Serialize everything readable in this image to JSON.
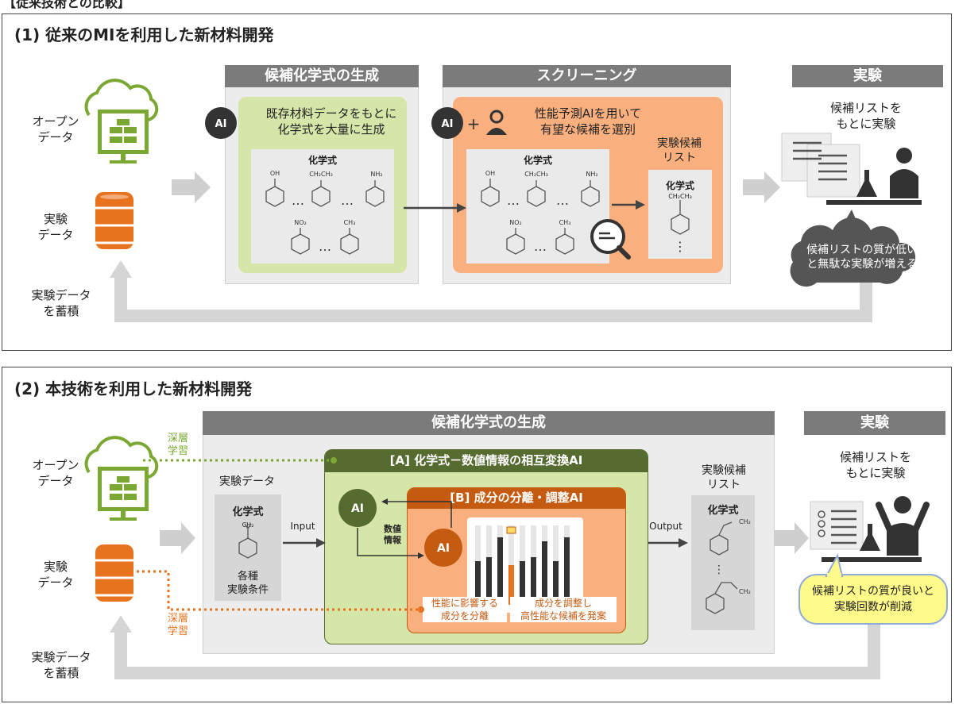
{
  "header_cut": "【従来技術との比較】",
  "panel1": {
    "title": "(1) 従来のMIを利用した新材料開発",
    "open_data": [
      "オープン",
      "データ"
    ],
    "exp_data": [
      "実験",
      "データ"
    ],
    "accumulate": [
      "実験データ",
      "を蓄積"
    ],
    "gen": {
      "header": "候補化学式の生成",
      "desc": [
        "既存材料データをもとに",
        "化学式を大量に生成"
      ],
      "formula_title": "化学式"
    },
    "screen": {
      "header": "スクリーニング",
      "desc": [
        "性能予測AIを用いて",
        "有望な候補を選別"
      ],
      "formula_title": "化学式",
      "candidate_list_label": [
        "実験候補",
        "リスト"
      ],
      "candidate_formula": "化学式",
      "candidate_sub": "CH₂CH₃"
    },
    "experiment": {
      "header": "実験",
      "desc": [
        "候補リストを",
        "もとに実験"
      ],
      "cloud": [
        "候補リストの質が低い",
        "と無駄な実験が増える"
      ]
    },
    "mol_labels": {
      "oh": "OH",
      "ethyl": "CH₂CH₃",
      "nh2": "NH₂",
      "no2": "NO₂",
      "ch3": "CH₃",
      "dots": "…",
      "vdots": "⋮"
    }
  },
  "panel2": {
    "title": "(2) 本技術を利用した新材料開発",
    "open_data": [
      "オープン",
      "データ"
    ],
    "exp_data": [
      "実験",
      "データ"
    ],
    "accumulate": [
      "実験データ",
      "を蓄積"
    ],
    "deep_learning": [
      "深層",
      "学習"
    ],
    "gen_header": "候補化学式の生成",
    "exp_data_label": "実験データ",
    "input_box": {
      "title": "化学式",
      "sub": "CH₂",
      "cond": [
        "各種",
        "実験条件"
      ]
    },
    "input": "Input",
    "output": "Output",
    "ai_a": "[A] 化学式－数値情報の相互変換AI",
    "ai_b": "[B] 成分の分離・調整AI",
    "numeric": [
      "数値",
      "情報"
    ],
    "sep_text": [
      "性能に影響する",
      "成分を分離"
    ],
    "adj_text": [
      "成分を調整し",
      "高性能な候補を発案"
    ],
    "bar_values": [
      0.55,
      0.6,
      0.85,
      0.5,
      0.55,
      0.6,
      0.8,
      0.55,
      0.85
    ],
    "candidate_list_label": [
      "実験候補",
      "リスト"
    ],
    "candidate_formula": "化学式",
    "candidate_sub": "CH₂",
    "experiment": {
      "header": "実験",
      "desc": [
        "候補リストを",
        "もとに実験"
      ],
      "bubble": [
        "候補リストの質が良いと",
        "実験回数が削減"
      ]
    }
  }
}
